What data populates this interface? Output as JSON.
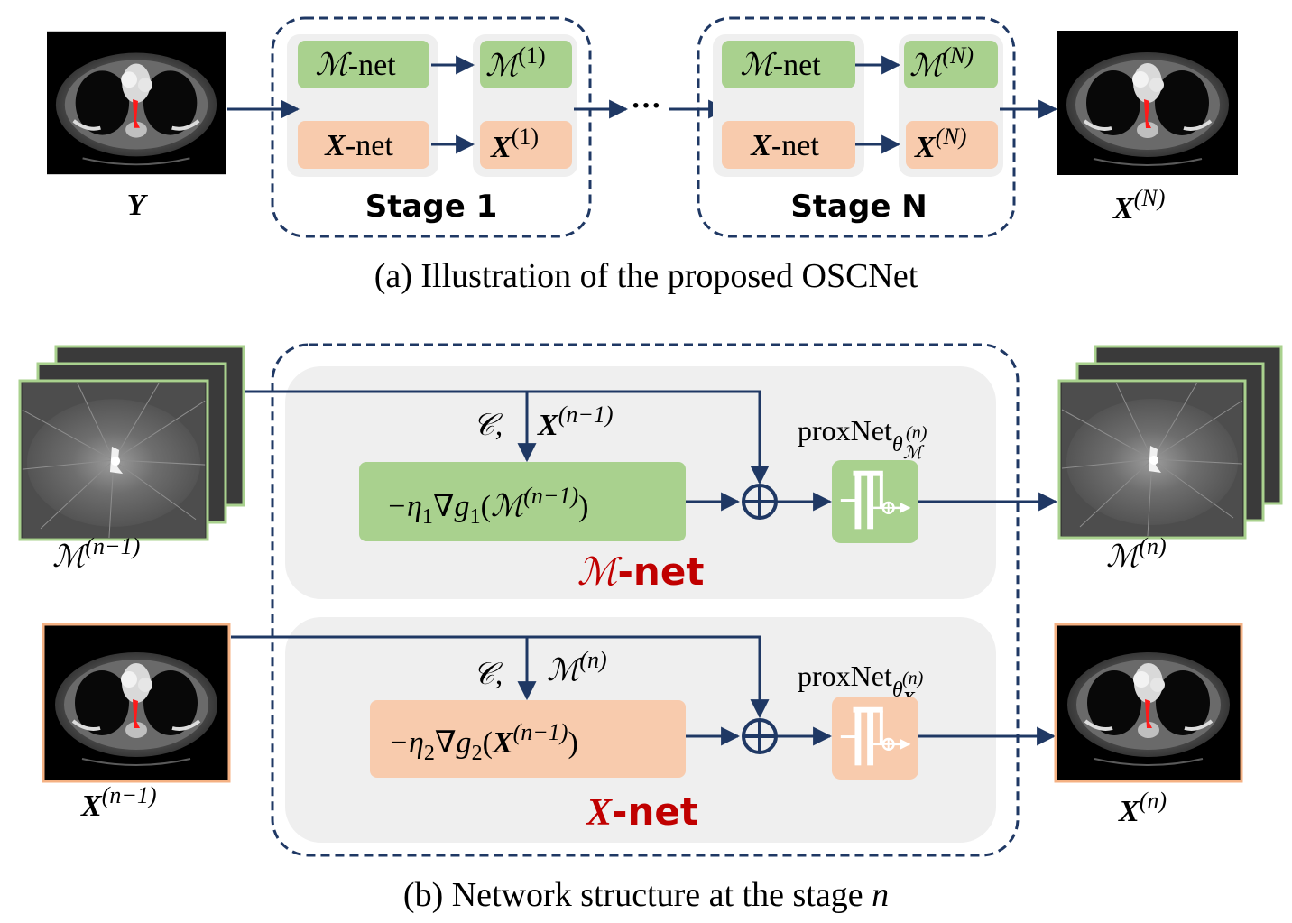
{
  "colors": {
    "navy": "#1f3864",
    "green_box": "#a9d18e",
    "green_border": "#a9d18e",
    "orange_box": "#f8cbad",
    "orange_border": "#f4b183",
    "gray_panel": "#efefef",
    "red_label": "#c00000"
  },
  "panel_a": {
    "input_label": "Y",
    "output_label": "X",
    "output_sup": "(N)",
    "dots": "···",
    "caption": "(a) Illustration of  the proposed OSCNet",
    "stage1": {
      "title": "Stage 1",
      "m_net": "ℳ",
      "m_net_suffix": "-net",
      "x_net": "X",
      "x_net_suffix": "-net",
      "m_out": "ℳ",
      "m_out_sup": "(1)",
      "x_out": "X",
      "x_out_sup": "(1)"
    },
    "stageN": {
      "title": "Stage N",
      "m_net": "ℳ",
      "m_net_suffix": "-net",
      "x_net": "X",
      "x_net_suffix": "-net",
      "m_out": "ℳ",
      "m_out_sup": "(N)",
      "x_out": "X",
      "x_out_sup": "(N)"
    }
  },
  "panel_b": {
    "caption_prefix": "(b)  Network structure at the stage ",
    "caption_var": "n",
    "m_input": "ℳ",
    "m_input_sup": "(n−1)",
    "x_input": "X",
    "x_input_sup": "(n−1)",
    "m_output": "ℳ",
    "m_output_sup": "(n)",
    "x_output": "X",
    "x_output_sup": "(n)",
    "m_net": {
      "side_c": "𝒞,",
      "side_var": "X",
      "side_sup": "(n−1)",
      "op_prefix": "−η",
      "op_sub1": "1",
      "op_mid": "∇g",
      "op_sub2": "1",
      "op_arg_open": "(",
      "op_arg": "ℳ",
      "op_arg_sup": "(n−1)",
      "op_arg_close": ")",
      "prox": "proxNet",
      "prox_sub": "θ",
      "prox_subsub": "ℳ",
      "prox_subsup": "(n)",
      "label_sym": "ℳ",
      "label_suffix": "-net"
    },
    "x_net": {
      "side_c": "𝒞,",
      "side_var": "ℳ",
      "side_sup": "(n)",
      "op_prefix": "−η",
      "op_sub1": "2",
      "op_mid": "∇g",
      "op_sub2": "2",
      "op_arg_open": "(",
      "op_arg": "X",
      "op_arg_sup": "(n−1)",
      "op_arg_close": ")",
      "prox": "proxNet",
      "prox_sub": "θ",
      "prox_subsub": "X",
      "prox_subsup": "(n)",
      "label_sym": "X",
      "label_suffix": "-net"
    }
  }
}
